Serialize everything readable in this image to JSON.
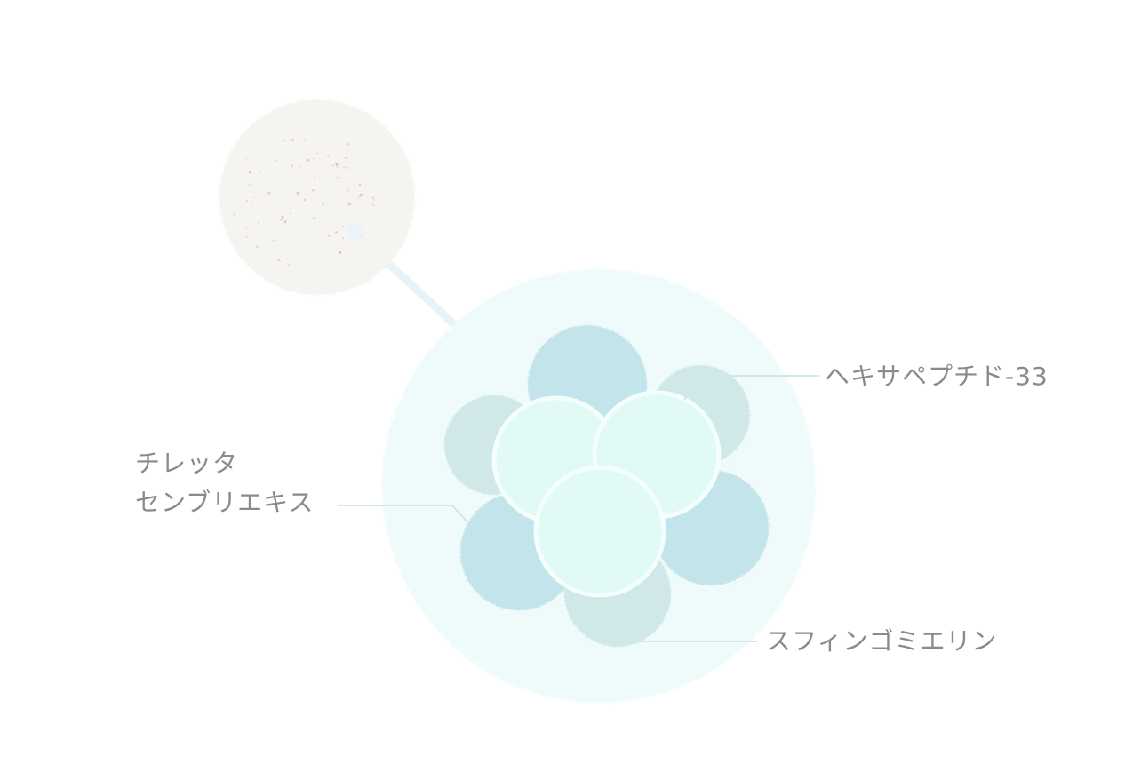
{
  "labels": {
    "hexapeptide": "ヘキサペプチド-33",
    "chiretta_line1": "チレッタ",
    "chiretta_line2": "センブリエキス",
    "sphingomyelin": "スフィンゴミエリン"
  },
  "colors": {
    "background": "#ffffff",
    "droplet": "#f5f4f1",
    "droplet_dots": "#c7b9a8",
    "outer_halo": "#effbfb",
    "petal_blue": "#c2e4ea",
    "petal_teal": "#d0e9e8",
    "inner_mint": "#e2faf5",
    "inner_border": "#f4fefc",
    "leader_line": "#cfe8ec",
    "connector": "#e6f4f8",
    "text": "#8a8a8a"
  }
}
